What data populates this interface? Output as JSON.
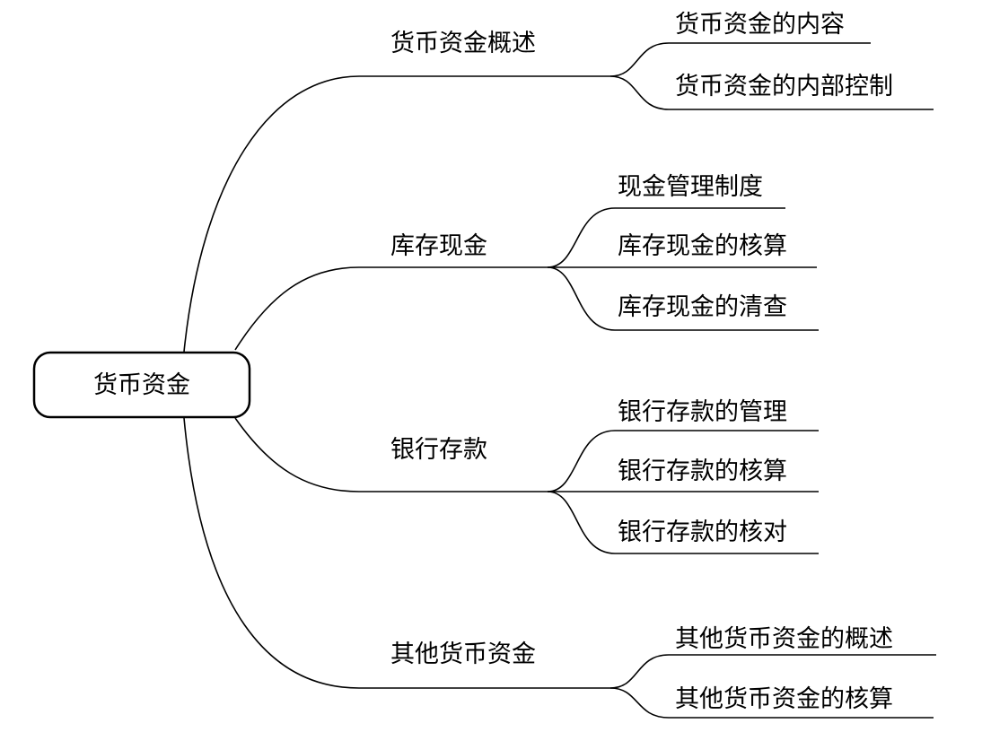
{
  "root": "货币资金",
  "branches": [
    {
      "label": "货币资金概述",
      "children": [
        "货币资金的内容",
        "货币资金的内部控制"
      ]
    },
    {
      "label": "库存现金",
      "children": [
        "现金管理制度",
        "库存现金的核算",
        "库存现金的清查"
      ]
    },
    {
      "label": "银行存款",
      "children": [
        "银行存款的管理",
        "银行存款的核算",
        "银行存款的核对"
      ]
    },
    {
      "label": "其他货币资金",
      "children": [
        "其他货币资金的概述",
        "其他货币资金的核算"
      ]
    }
  ]
}
